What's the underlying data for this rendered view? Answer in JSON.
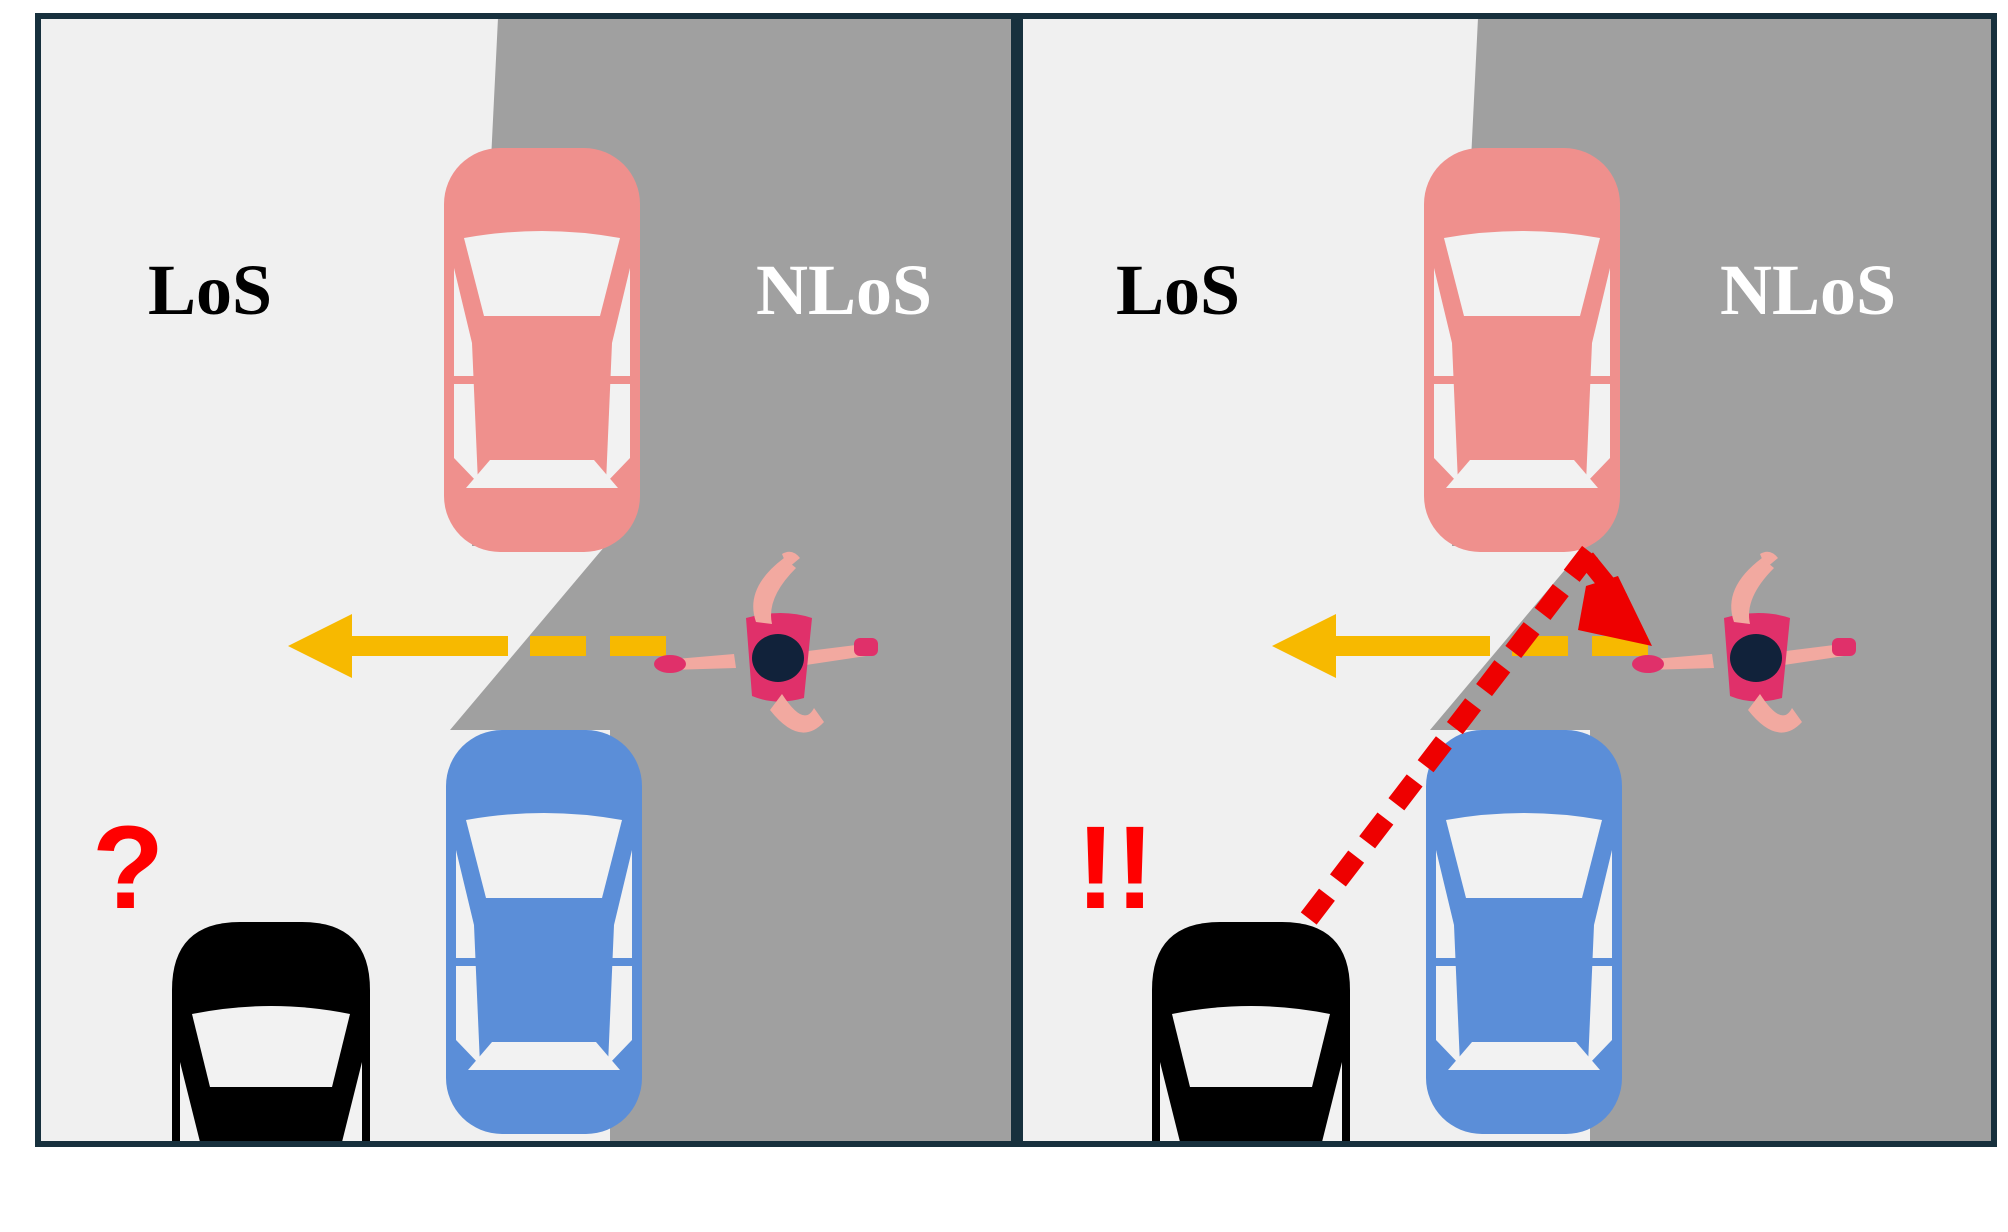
{
  "panels": [
    {
      "id": "without-v2v",
      "los_label": "LoS",
      "nlos_label": "NLoS",
      "alert_symbol": "?",
      "shows_warning_path": false
    },
    {
      "id": "with-v2v",
      "los_label": "LoS",
      "nlos_label": "NLoS",
      "alert_symbol": "!!",
      "shows_warning_path": true
    }
  ],
  "colors": {
    "los_region": "#f0f0f0",
    "nlos_region": "#a0a0a0",
    "frame": "#17303d",
    "parked_car_top": "#ef908d",
    "parked_car_bottom": "#5b8ed8",
    "ego_car": "#000000",
    "pedestrian_path": "#f7b900",
    "warning_link": "#ee0000",
    "pedestrian_shirt": "#e0306a",
    "pedestrian_skin": "#f2a9a0",
    "pedestrian_hair": "#11223a"
  },
  "icons": {
    "parked_car": "car-top-view-icon",
    "ego_car": "car-front-view-icon",
    "pedestrian": "running-pedestrian-icon"
  }
}
